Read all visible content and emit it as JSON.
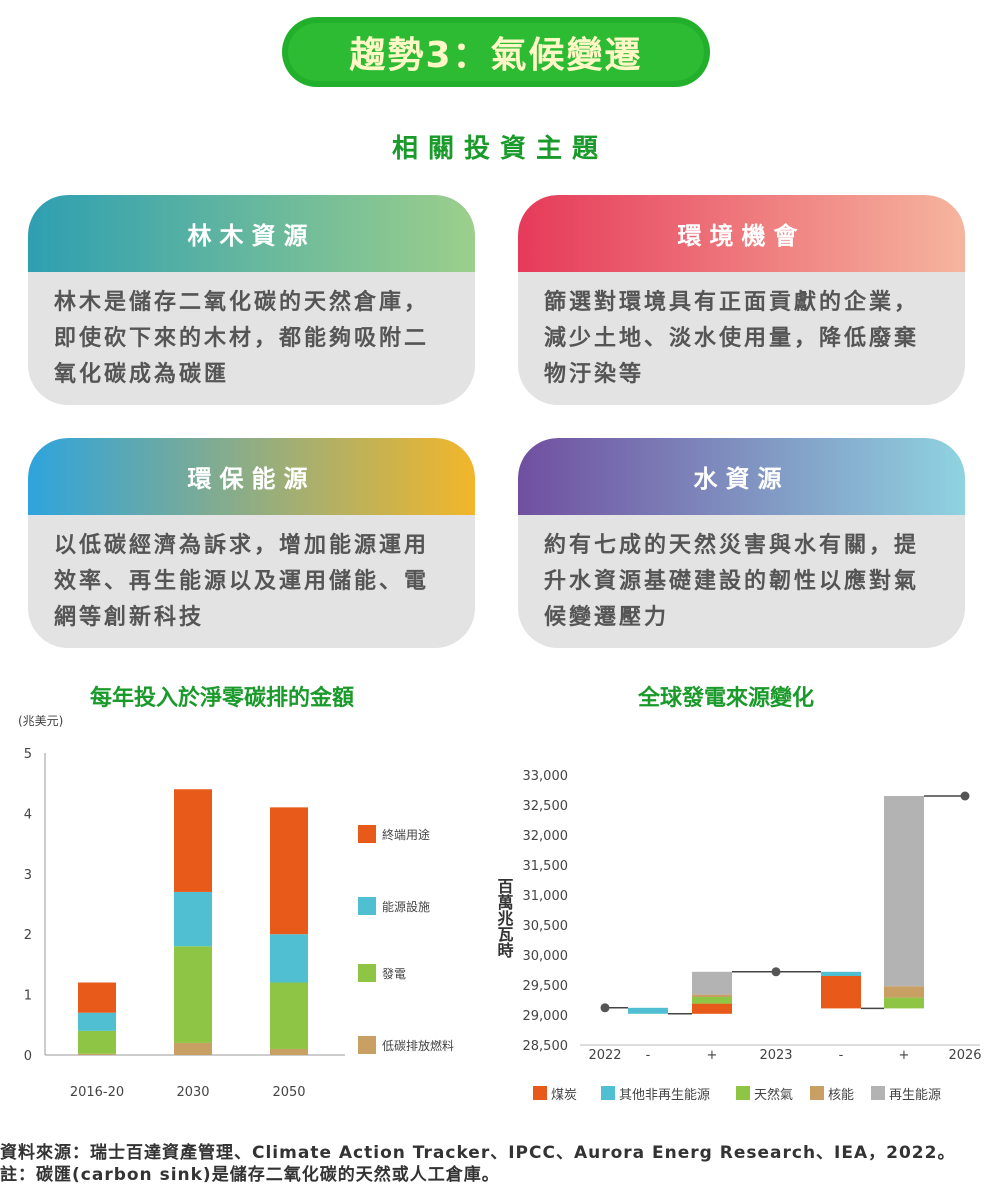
{
  "header": {
    "title": "趨勢3：氣候變遷",
    "subtitle": "相關投資主題"
  },
  "cards": [
    {
      "title": "林木資源",
      "lines": [
        "林木是儲存二氧化碳的天然倉庫，",
        "即使砍下來的木材，都能夠吸附二",
        "氧化碳成為碳匯"
      ],
      "colors": [
        "#2e9fb1",
        "#9ccf8b"
      ]
    },
    {
      "title": "環境機會",
      "lines": [
        "篩選對環境具有正面貢獻的企業，",
        "減少土地、淡水使用量，降低廢棄",
        "物汙染等"
      ],
      "colors": [
        "#e63a5a",
        "#f6b59e"
      ]
    },
    {
      "title": "環保能源",
      "lines": [
        "以低碳經濟為訴求，增加能源運用",
        "效率、再生能源以及運用儲能、電",
        "網等創新科技"
      ],
      "colors": [
        "#2ea4dd",
        "#f2b62a"
      ]
    },
    {
      "title": "水資源",
      "lines": [
        "約有七成的天然災害與水有關，提",
        "升水資源基礎建設的韌性以應對氣",
        "候變遷壓力"
      ],
      "colors": [
        "#704fa0",
        "#8fd3e0"
      ]
    }
  ],
  "chart_data": [
    {
      "type": "bar",
      "stacked": true,
      "title": "每年投入於淨零碳排的金額",
      "ylabel": "(兆美元)",
      "xlabel": "",
      "ylim": [
        0,
        5
      ],
      "yticks": [
        "0",
        "1",
        "2",
        "3",
        "4",
        "5"
      ],
      "categories": [
        "2016-20",
        "2030",
        "2050"
      ],
      "series": [
        {
          "name": "低碳排放燃料",
          "color": "#c9a063",
          "values": [
            0.02,
            0.2,
            0.1
          ]
        },
        {
          "name": "發電",
          "color": "#8fc545",
          "values": [
            0.38,
            1.6,
            1.1
          ]
        },
        {
          "name": "能源設施",
          "color": "#4fbfd1",
          "values": [
            0.3,
            0.9,
            0.8
          ]
        },
        {
          "name": "終端用途",
          "color": "#e85a1a",
          "values": [
            0.5,
            1.7,
            2.1
          ]
        }
      ],
      "legend": "right",
      "grid": false
    },
    {
      "type": "waterfall",
      "title": "全球發電來源變化",
      "ylabel": "百萬兆瓦時",
      "xlabel": "",
      "ylim": [
        28500,
        33000
      ],
      "yticks": [
        "28,500",
        "29,000",
        "29,500",
        "30,000",
        "30,500",
        "31,000",
        "31,500",
        "32,000",
        "32,500",
        "33,000"
      ],
      "categories": [
        "2022",
        "-",
        "+",
        "2023",
        "-",
        "+",
        "2026"
      ],
      "totals": {
        "2022": 29120,
        "2023": 29720,
        "2026": 32650
      },
      "steps": [
        {
          "category": "-",
          "segments": [
            {
              "series": "其他非再生能源",
              "from": 29120,
              "to": 29020
            }
          ]
        },
        {
          "category": "+",
          "segments": [
            {
              "series": "煤炭",
              "from": 29020,
              "to": 29190
            },
            {
              "series": "天然氣",
              "from": 29190,
              "to": 29300
            },
            {
              "series": "核能",
              "from": 29300,
              "to": 29340
            },
            {
              "series": "再生能源",
              "from": 29340,
              "to": 29720
            }
          ]
        },
        {
          "category": "-",
          "segments": [
            {
              "series": "其他非再生能源",
              "from": 29720,
              "to": 29650
            },
            {
              "series": "煤炭",
              "from": 29650,
              "to": 29110
            }
          ]
        },
        {
          "category": "+",
          "segments": [
            {
              "series": "天然氣",
              "from": 29110,
              "to": 29290
            },
            {
              "series": "核能",
              "from": 29290,
              "to": 29480
            },
            {
              "series": "再生能源",
              "from": 29480,
              "to": 32650
            }
          ]
        }
      ],
      "series": [
        {
          "name": "煤炭",
          "color": "#e85a1a"
        },
        {
          "name": "其他非再生能源",
          "color": "#4fbfd1"
        },
        {
          "name": "天然氣",
          "color": "#8fc545"
        },
        {
          "name": "核能",
          "color": "#c9a063"
        },
        {
          "name": "再生能源",
          "color": "#b3b3b3"
        }
      ],
      "legend": "bottom",
      "grid": false
    }
  ],
  "footer": {
    "source": "資料來源：瑞士百達資產管理、Climate Action Tracker、IPCC、Aurora Energ Research、IEA，2022。",
    "note": "註：碳匯(carbon sink)是儲存二氧化碳的天然或人工倉庫。"
  },
  "colors": {
    "accent_green": "#22b02c",
    "title_text": "#fff8c6",
    "chart_title": "#1a9a2a",
    "card_bg": "#e3e3e3"
  }
}
